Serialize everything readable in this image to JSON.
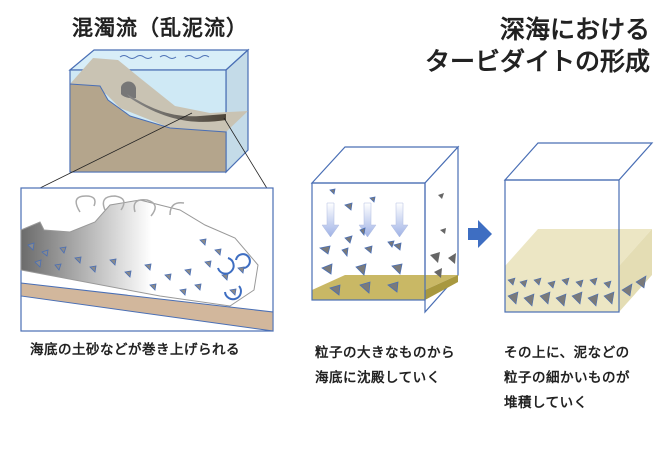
{
  "titles": {
    "left": "混濁流（乱泥流）",
    "right_line1": "深海における",
    "right_line2": "タービダイトの形成"
  },
  "captions": {
    "stage1": "海底の土砂などが巻き上げられる",
    "stage2_line1": "粒子の大きなものから",
    "stage2_line2": "海底に沈殿していく",
    "stage3_line1": "その上に、泥などの",
    "stage3_line2": "粒子の細かいものが",
    "stage3_line3": "堆積していく"
  },
  "icons": {
    "transition": "right-arrow-icon",
    "settling": "down-arrow-icon",
    "swirl": "curved-arrow-icon"
  },
  "colors": {
    "box_edge": "#4a6fb5",
    "water": "#cfe9f5",
    "seabed": "#b4a58c",
    "slope": "#c9c3b3",
    "sediment_coarse": "#c9b865",
    "sediment_fine": "#ece6c4",
    "particle": "#7a7a7a",
    "arrow": "#3e6ec2"
  }
}
